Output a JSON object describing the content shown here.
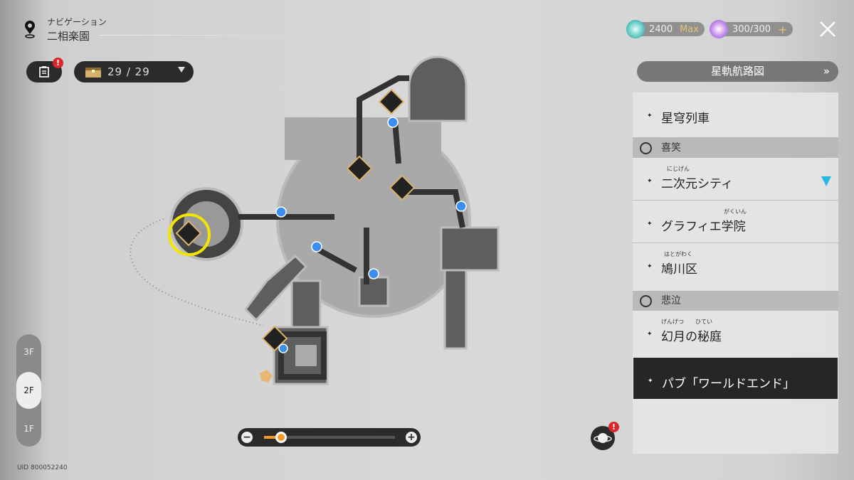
{
  "navigation": {
    "label": "ナビゲーション",
    "area": "二相楽園"
  },
  "task_button": {
    "badge": "!"
  },
  "chest_counter": {
    "value": "29 / 29"
  },
  "resources": [
    {
      "value": "2400",
      "suffix": "Max"
    },
    {
      "value": "300/300",
      "suffix": "+"
    }
  ],
  "route_button": {
    "label": "星軌航路図",
    "arrow": "»"
  },
  "panel": {
    "items": [
      {
        "label": "星穹列車",
        "ruby": ""
      },
      {
        "section": "喜笑"
      },
      {
        "label": "二次元シティ",
        "ruby": "にじげん",
        "current": true
      },
      {
        "label": "グラフィエ学院",
        "ruby": "がくいん"
      },
      {
        "label": "鳩川区",
        "ruby": "はとがわく"
      },
      {
        "section": "悲泣"
      },
      {
        "label": "幻月の秘庭",
        "ruby": "げんげつ　　ひてい"
      },
      {
        "label": "パブ「ワールドエンド」",
        "ruby": "",
        "selected": true
      }
    ],
    "star": "✦"
  },
  "floors": [
    "3F",
    "2F",
    "1F"
  ],
  "selected_floor": "2F",
  "zoom": {
    "minus": "−",
    "plus": "+",
    "level_percent": 13
  },
  "uid": "UID 800052240",
  "map_badge": "!",
  "colors": {
    "accent": "#f39a2b",
    "marker_gold": "#d9b36b",
    "highlight": "#f2e400",
    "current_marker": "#29b6e0"
  }
}
